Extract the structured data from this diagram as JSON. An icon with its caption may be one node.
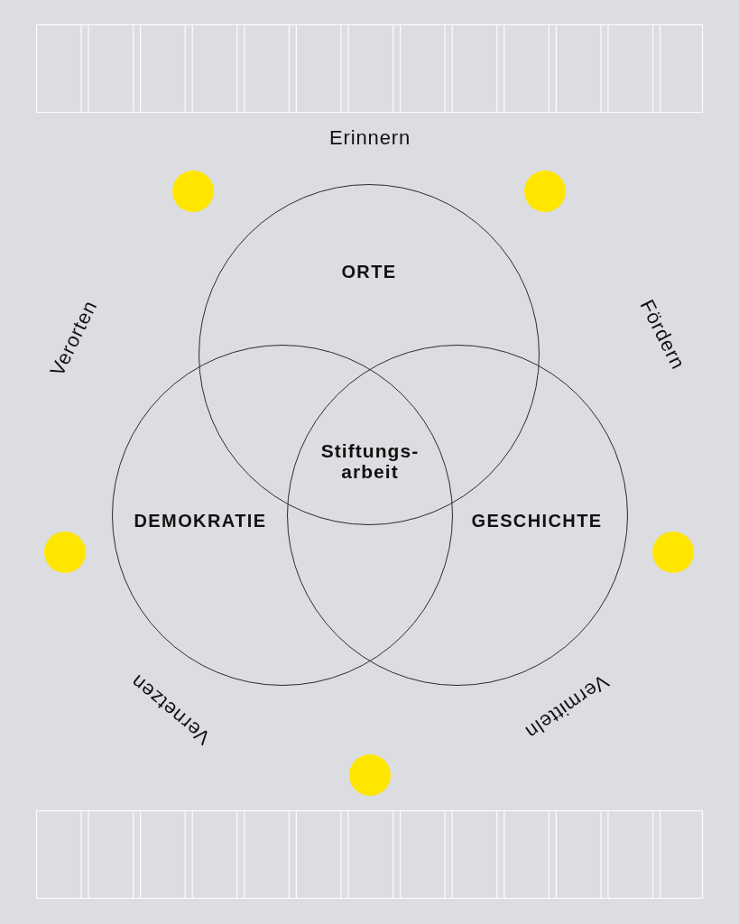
{
  "diagram": {
    "nodes": [
      {
        "text": [
          "ORTE"
        ]
      },
      {
        "text": [
          "DEMOKRATIE"
        ]
      },
      {
        "text": [
          "GESCHICHTE"
        ]
      }
    ],
    "labels": [
      "Erinnern",
      "Verorten",
      "Fördern",
      "Stiftungs- arbeit",
      "Vernetzen",
      "Vermitteln"
    ]
  }
}
